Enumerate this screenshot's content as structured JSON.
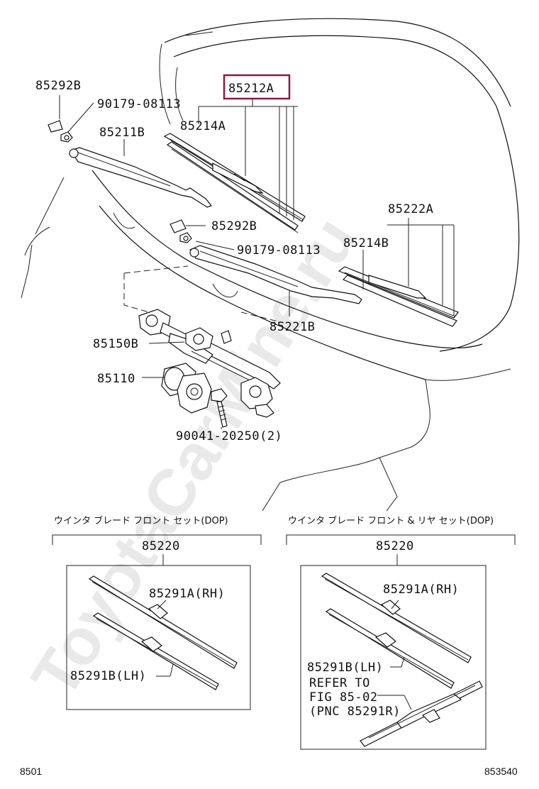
{
  "watermark": "ToyotaCarMine.ru",
  "highlight_color": "#8b1a3a",
  "labels": {
    "p85292b_top": "85292B",
    "p90179_top": "90179-08113",
    "p85211b": "85211B",
    "p85212a": "85212A",
    "p85214a": "85214A",
    "p85292b_mid": "85292B",
    "p90179_mid": "90179-08113",
    "p85222a": "85222A",
    "p85214b": "85214B",
    "p85221b": "85221B",
    "p85150b": "85150B",
    "p85110": "85110",
    "p90041": "90041-20250(2)"
  },
  "kits": {
    "left": {
      "title": "ウインタ ブレード フロント セット(DOP)",
      "number": "85220",
      "part_rh": "85291A(RH)",
      "part_lh": "85291B(LH)"
    },
    "right": {
      "title": "ウインタ ブレード フロント & リヤ セット(DOP)",
      "number": "85220",
      "part_rh": "85291A(RH)",
      "part_lh": "85291B(LH)",
      "refer_1": "REFER TO",
      "refer_2": "FIG 85-02",
      "refer_3": "(PNC 85291R)"
    }
  },
  "footer": {
    "left": "8501",
    "right": "853540"
  }
}
